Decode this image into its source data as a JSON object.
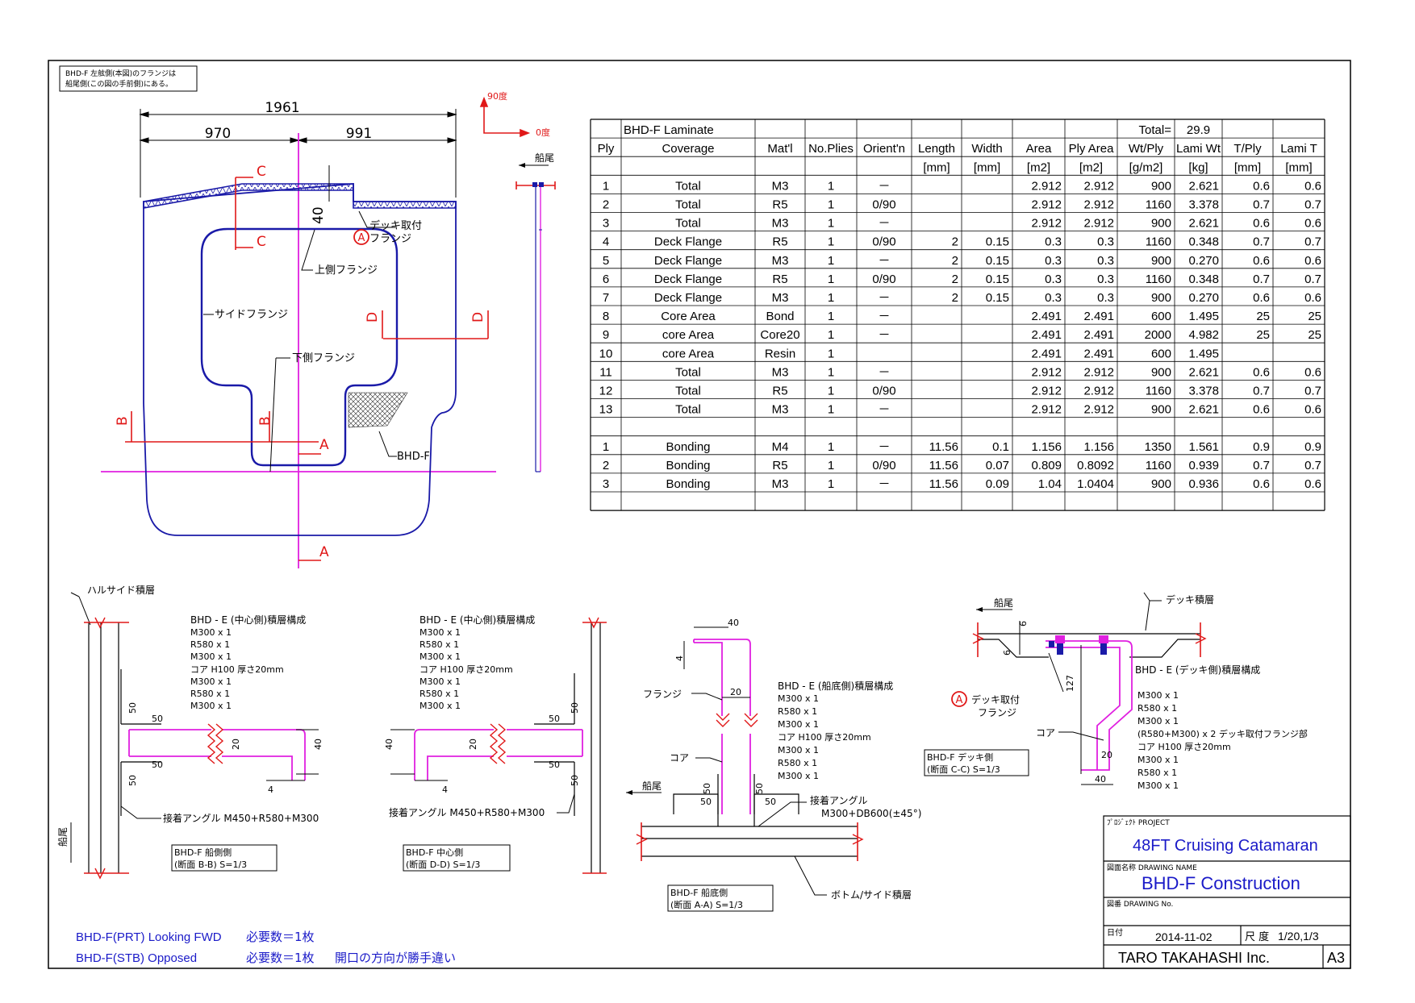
{
  "note_box": [
    "BHD-F 左舷側(本図)のフランジは",
    "船尾側(この図の手前側)にある。"
  ],
  "main_view": {
    "dim_total": "1961",
    "dim_left": "970",
    "dim_right": "991",
    "dim_40": "40",
    "section_c": "C",
    "section_b": "B",
    "section_d": "D",
    "section_a": "A",
    "deck_flange_label": [
      "デッキ取付",
      "フランジ"
    ],
    "circle_a": "A",
    "upper_flange": "上側フランジ",
    "side_flange": "サイドフランジ",
    "lower_flange": "下側フランジ",
    "bhd_f": "BHD-F",
    "angle_90": "90度",
    "angle_0": "0度",
    "stern": "船尾"
  },
  "table": {
    "title": "BHD-F Laminate",
    "total_label": "Total=",
    "total_value": "29.9",
    "headers": [
      "Ply",
      "Coverage",
      "Mat'l",
      "No.Plies",
      "Orient'n",
      "Length",
      "Width",
      "Area",
      "Ply Area",
      "Wt/Ply",
      "Lami Wt",
      "T/Ply",
      "Lami T"
    ],
    "units": [
      "",
      "",
      "",
      "",
      "",
      "[mm]",
      "[mm]",
      "[m2]",
      "[m2]",
      "[g/m2]",
      "[kg]",
      "[mm]",
      "[mm]"
    ],
    "rows": [
      [
        "1",
        "Total",
        "M3",
        "1",
        "－",
        "",
        "",
        "2.912",
        "2.912",
        "900",
        "2.621",
        "0.6",
        "0.6"
      ],
      [
        "2",
        "Total",
        "R5",
        "1",
        "0/90",
        "",
        "",
        "2.912",
        "2.912",
        "1160",
        "3.378",
        "0.7",
        "0.7"
      ],
      [
        "3",
        "Total",
        "M3",
        "1",
        "－",
        "",
        "",
        "2.912",
        "2.912",
        "900",
        "2.621",
        "0.6",
        "0.6"
      ],
      [
        "4",
        "Deck Flange",
        "R5",
        "1",
        "0/90",
        "2",
        "0.15",
        "0.3",
        "0.3",
        "1160",
        "0.348",
        "0.7",
        "0.7"
      ],
      [
        "5",
        "Deck Flange",
        "M3",
        "1",
        "－",
        "2",
        "0.15",
        "0.3",
        "0.3",
        "900",
        "0.270",
        "0.6",
        "0.6"
      ],
      [
        "6",
        "Deck Flange",
        "R5",
        "1",
        "0/90",
        "2",
        "0.15",
        "0.3",
        "0.3",
        "1160",
        "0.348",
        "0.7",
        "0.7"
      ],
      [
        "7",
        "Deck Flange",
        "M3",
        "1",
        "－",
        "2",
        "0.15",
        "0.3",
        "0.3",
        "900",
        "0.270",
        "0.6",
        "0.6"
      ],
      [
        "8",
        "Core Area",
        "Bond",
        "1",
        "－",
        "",
        "",
        "2.491",
        "2.491",
        "600",
        "1.495",
        "25",
        "25"
      ],
      [
        "9",
        "core Area",
        "Core20",
        "1",
        "－",
        "",
        "",
        "2.491",
        "2.491",
        "2000",
        "4.982",
        "25",
        "25"
      ],
      [
        "10",
        "core Area",
        "Resin",
        "1",
        "",
        "",
        "",
        "2.491",
        "2.491",
        "600",
        "1.495",
        "",
        ""
      ],
      [
        "11",
        "Total",
        "M3",
        "1",
        "－",
        "",
        "",
        "2.912",
        "2.912",
        "900",
        "2.621",
        "0.6",
        "0.6"
      ],
      [
        "12",
        "Total",
        "R5",
        "1",
        "0/90",
        "",
        "",
        "2.912",
        "2.912",
        "1160",
        "3.378",
        "0.7",
        "0.7"
      ],
      [
        "13",
        "Total",
        "M3",
        "1",
        "－",
        "",
        "",
        "2.912",
        "2.912",
        "900",
        "2.621",
        "0.6",
        "0.6"
      ],
      [
        "",
        "",
        "",
        "",
        "",
        "",
        "",
        "",
        "",
        "",
        "",
        "",
        ""
      ],
      [
        "1",
        "Bonding",
        "M4",
        "1",
        "－",
        "11.56",
        "0.1",
        "1.156",
        "1.156",
        "1350",
        "1.561",
        "0.9",
        "0.9"
      ],
      [
        "2",
        "Bonding",
        "R5",
        "1",
        "0/90",
        "11.56",
        "0.07",
        "0.809",
        "0.8092",
        "1160",
        "0.939",
        "0.7",
        "0.7"
      ],
      [
        "3",
        "Bonding",
        "M3",
        "1",
        "－",
        "11.56",
        "0.09",
        "1.04",
        "1.0404",
        "900",
        "0.936",
        "0.6",
        "0.6"
      ],
      [
        "",
        "",
        "",
        "",
        "",
        "",
        "",
        "",
        "",
        "",
        "",
        "",
        ""
      ]
    ]
  },
  "sec_bb": {
    "hull_label": "ハルサイド積層",
    "layup_title": "BHD - E (中心側)積層構成",
    "layup": [
      "M300  x  1",
      "R580   x  1",
      "M300   x  1",
      "コア  H100  厚さ20mm",
      "M300  x  1",
      "R580   x  1",
      "M300   x  1"
    ],
    "dims": [
      "50",
      "50",
      "50",
      "50",
      "20",
      "40",
      "4"
    ],
    "angle_label": "接着アングル  M450+R580+M300",
    "stern": "船尾",
    "caption": [
      "BHD-F 船側側",
      "(断面  B-B)   S=1/3"
    ]
  },
  "sec_dd": {
    "layup_title": "BHD - E (中心側)積層構成",
    "layup": [
      "M300  x  1",
      "R580   x  1",
      "M300   x  1",
      "コア  H100  厚さ20mm",
      "M300  x  1",
      "R580   x  1",
      "M300   x  1"
    ],
    "dims": [
      "40",
      "20",
      "50",
      "50",
      "50",
      "50",
      "4"
    ],
    "angle_label": "接着アングル  M450+R580+M300",
    "caption": [
      "BHD-F 中心側",
      "(断面  D-D)    S=1/3"
    ]
  },
  "sec_aa": {
    "dims": [
      "40",
      "4",
      "20",
      "50",
      "50",
      "50",
      "50"
    ],
    "flange": "フランジ",
    "core": "コア",
    "stern": "船尾",
    "layup_title": "BHD - E (船底側)積層構成",
    "layup": [
      "M300  x  1",
      "R580   x  1",
      "M300   x  1",
      "コア  H100  厚さ20mm",
      "M300  x  1",
      "R580   x  1",
      "M300   x  1"
    ],
    "angle_label": [
      "接着アングル",
      "M300+DB600(±45°)"
    ],
    "bottom_label": "ボトム/サイド積層",
    "caption": [
      "BHD-F 船底側",
      "(断面  A-A)    S=1/3"
    ]
  },
  "sec_cc": {
    "stern": "船尾",
    "deck_label": "デッキ積層",
    "dims": [
      "6",
      "6",
      "127",
      "20",
      "40"
    ],
    "circle_a": "A",
    "deck_flange": [
      "デッキ取付",
      "フランジ"
    ],
    "core": "コア",
    "layup_title": "BHD - E (デッキ側)積層構成",
    "layup": [
      "M300  x  1",
      "R580   x  1",
      "M300   x  1",
      "(R580+M300) x 2  デッキ取付フランジ部",
      "コア  H100  厚さ20mm",
      "M300   x  1",
      "R580   x  1",
      "M300   x  1"
    ],
    "caption": [
      "BHD-F デッキ側",
      "(断面  C-C)    S=1/3"
    ]
  },
  "notes": {
    "line1_left": "BHD-F(PRT) Looking FWD",
    "line1_right": "必要数＝1枚",
    "line2_left": "BHD-F(STB) Opposed",
    "line2_right": "必要数＝1枚",
    "line2_extra": "開口の方向が勝手違い"
  },
  "title_block": {
    "project_label": "ﾌﾟﾛｼﾞｪｸﾄ  PROJECT",
    "project": "48FT Cruising Catamaran",
    "drawing_name_label": "図面名称  DRAWING  NAME",
    "drawing_name": "BHD-F  Construction",
    "drawing_no_label": "図番  DRAWING No.",
    "date_label": "日付",
    "date": "2014-11-02",
    "scale_label": "尺  度",
    "scale": "1/20,1/3",
    "company": "TARO TAKAHASHI Inc.",
    "size": "A3"
  },
  "colors": {
    "blue": "#1a1aa8",
    "magenta": "#e020e0",
    "red": "#e01818",
    "text_blue": "#1a1ac8"
  }
}
